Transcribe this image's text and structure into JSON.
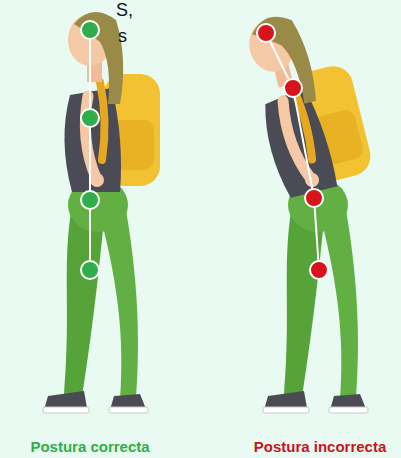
{
  "diagram": {
    "labels": [
      "S,",
      "s",
      "Postura correcta",
      "Postura incorrecta"
    ]
  }
}
